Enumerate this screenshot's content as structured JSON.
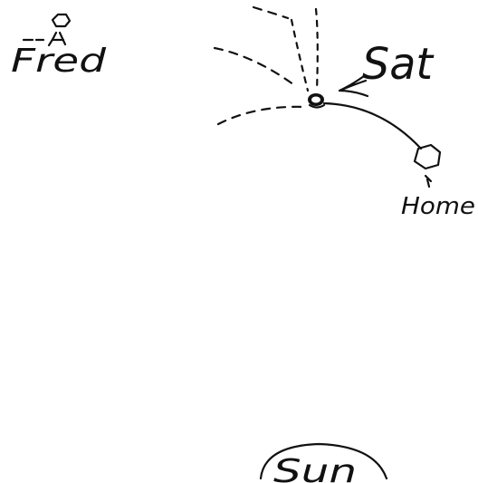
{
  "labels": {
    "friend": "Fred",
    "satellite": "Sat",
    "home": "Home",
    "sun": "Sun"
  },
  "colors": {
    "ink": "#111111",
    "background": "#ffffff"
  },
  "icons": {
    "friend": "stick-figure-icon",
    "satellite": "satellite-icon",
    "home": "home-node-icon",
    "sun": "sun-dome-icon"
  }
}
